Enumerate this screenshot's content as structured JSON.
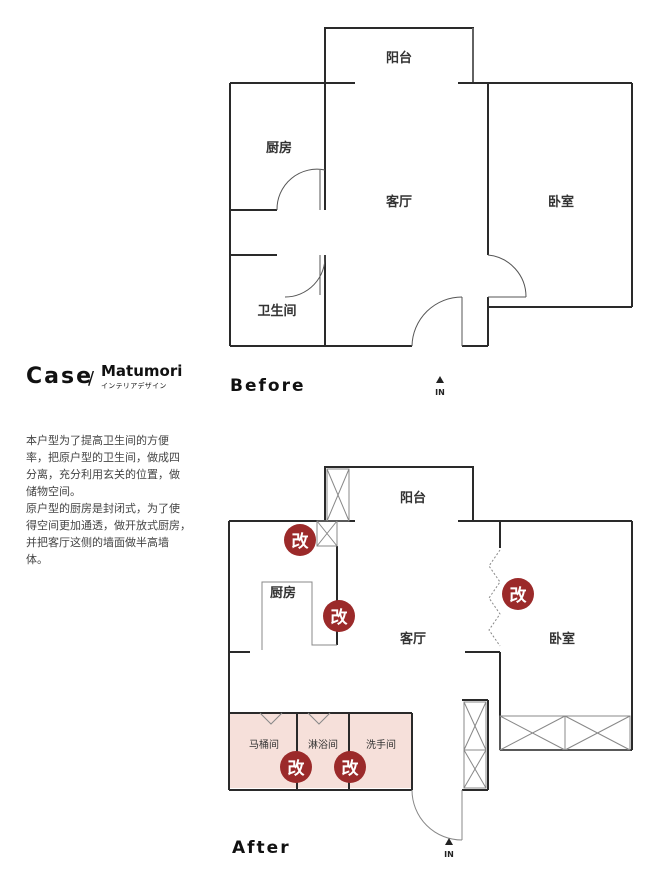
{
  "case_word": "Case",
  "case_slash": "/",
  "brand": {
    "name": "Matumori",
    "subtitle": "インテリアデザイン"
  },
  "description": "本户型为了提高卫生间的方便\n率，把原户型的卫生间，做成四\n分离，充分利用玄关的位置，做\n储物空间。\n原户型的厨房是封闭式，为了使\n得空间更加通透，做开放式厨房，\n并把客厅这侧的墙面做半高墙\n体。",
  "before": {
    "title": "Before",
    "rooms": {
      "balcony": "阳台",
      "kitchen": "厨房",
      "living": "客厅",
      "bedroom": "卧室",
      "bathroom": "卫生间"
    },
    "entrance": "IN"
  },
  "after": {
    "title": "After",
    "rooms": {
      "balcony": "阳台",
      "kitchen": "厨房",
      "living": "客厅",
      "bedroom": "卧室",
      "toilet": "马桶间",
      "shower": "淋浴间",
      "washroom": "洗手间"
    },
    "change_mark": "改",
    "entrance": "IN"
  },
  "colors": {
    "wall": "#2a2a2a",
    "highlight": "#f6e0da",
    "badge": "#9b2a2a",
    "badge_text": "#ffffff"
  }
}
